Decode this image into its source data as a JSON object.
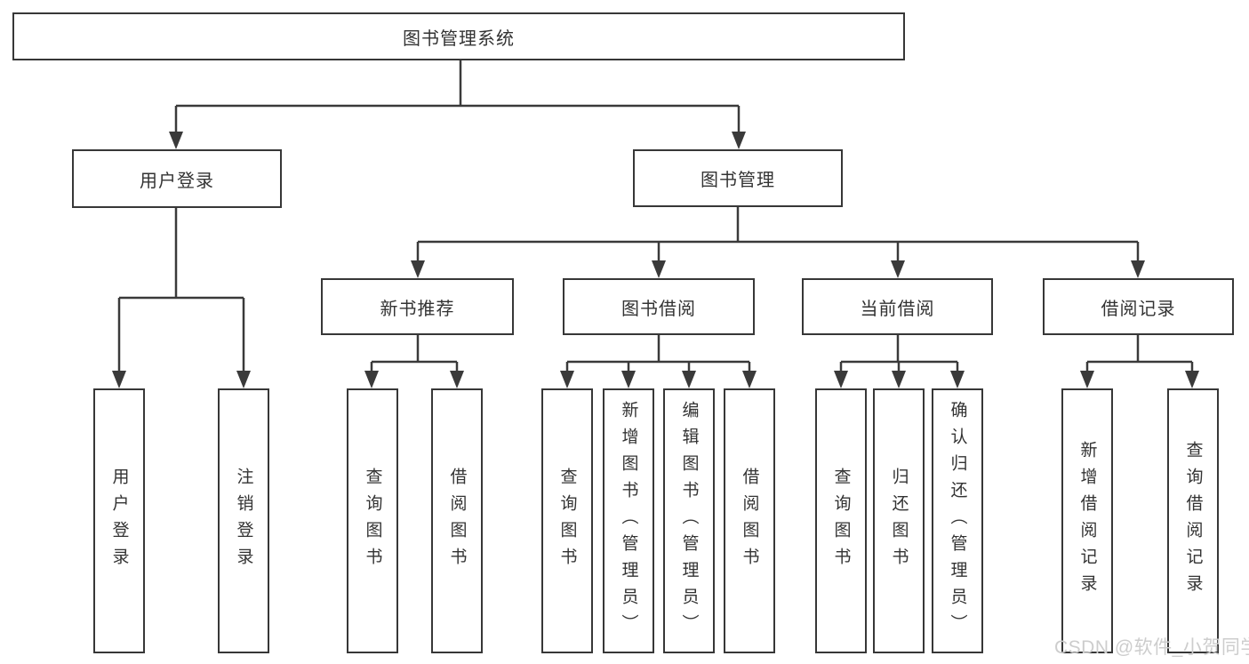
{
  "tree": {
    "root": {
      "label": "图书管理系统",
      "children": [
        {
          "label": "用户登录",
          "children": [
            {
              "label": "用户登录"
            },
            {
              "label": "注销登录"
            }
          ]
        },
        {
          "label": "图书管理",
          "children": [
            {
              "label": "新书推荐",
              "children": [
                {
                  "label": "查询图书"
                },
                {
                  "label": "借阅图书"
                }
              ]
            },
            {
              "label": "图书借阅",
              "children": [
                {
                  "label": "查询图书"
                },
                {
                  "label": "新增图书（管理员）"
                },
                {
                  "label": "编辑图书（管理员）"
                },
                {
                  "label": "借阅图书"
                }
              ]
            },
            {
              "label": "当前借阅",
              "children": [
                {
                  "label": "查询图书"
                },
                {
                  "label": "归还图书"
                },
                {
                  "label": "确认归还（管理员）"
                }
              ]
            },
            {
              "label": "借阅记录",
              "children": [
                {
                  "label": "新增借阅记录"
                },
                {
                  "label": "查询借阅记录"
                }
              ]
            }
          ]
        }
      ]
    }
  },
  "watermark": "CSDN @软件_小贺同学",
  "colors": {
    "line": "#3a3a3a",
    "border": "#373737",
    "text": "#333333",
    "background": "#ffffff",
    "watermark": "#cdcdcd"
  }
}
